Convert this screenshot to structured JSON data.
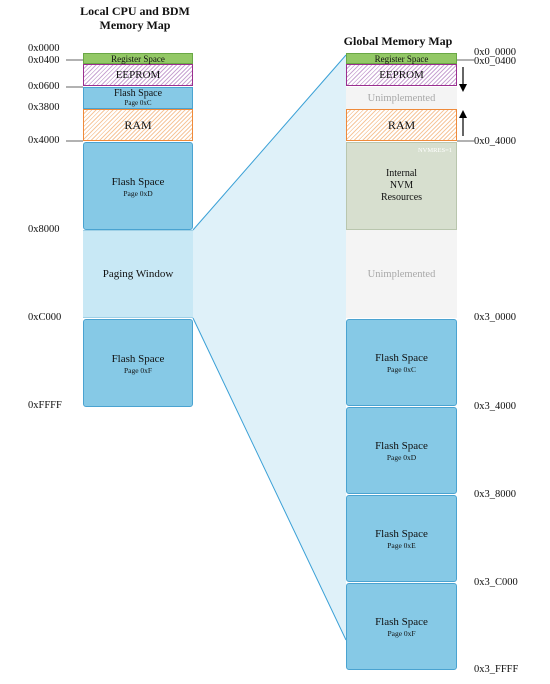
{
  "titles": {
    "local": "Local CPU and BDM\nMemory Map",
    "global": "Global Memory Map"
  },
  "local_addresses": [
    "0x0000",
    "0x0400",
    "0x0600",
    "0x3800",
    "0x4000",
    "0x8000",
    "0xC000",
    "0xFFFF"
  ],
  "global_addresses": [
    "0x0_0000",
    "0x0_0400",
    "0x0_4000",
    "0x3_0000",
    "0x3_4000",
    "0x3_8000",
    "0x3_C000",
    "0x3_FFFF"
  ],
  "local_blocks": {
    "register": "Register Space",
    "eeprom": "EEPROM",
    "flash_c_label": "Flash Space",
    "flash_c_page": "Page 0xC",
    "ram": "RAM",
    "flash_d_label": "Flash Space",
    "flash_d_page": "Page 0xD",
    "paging": "Paging Window",
    "flash_f_label": "Flash Space",
    "flash_f_page": "Page 0xF"
  },
  "global_blocks": {
    "register": "Register Space",
    "eeprom": "EEPROM",
    "unimpl_top": "Unimplemented",
    "ram": "RAM",
    "nvmres": "NVMRES=1",
    "nvm_l1": "Internal",
    "nvm_l2": "NVM",
    "nvm_l3": "Resources",
    "unimpl_mid": "Unimplemented",
    "flash_c_label": "Flash Space",
    "flash_c_page": "Page 0xC",
    "flash_d_label": "Flash Space",
    "flash_d_page": "Page 0xD",
    "flash_e_label": "Flash Space",
    "flash_e_page": "Page 0xE",
    "flash_f_label": "Flash Space",
    "flash_f_page": "Page 0xF"
  },
  "colors": {
    "flash": "#86c9e6",
    "register": "#93c866",
    "eeprom_border": "#9b2f8f",
    "ram_border": "#ef8a3a",
    "paging_window": "#c8e8f5",
    "nvm": "#d7dfcf"
  }
}
